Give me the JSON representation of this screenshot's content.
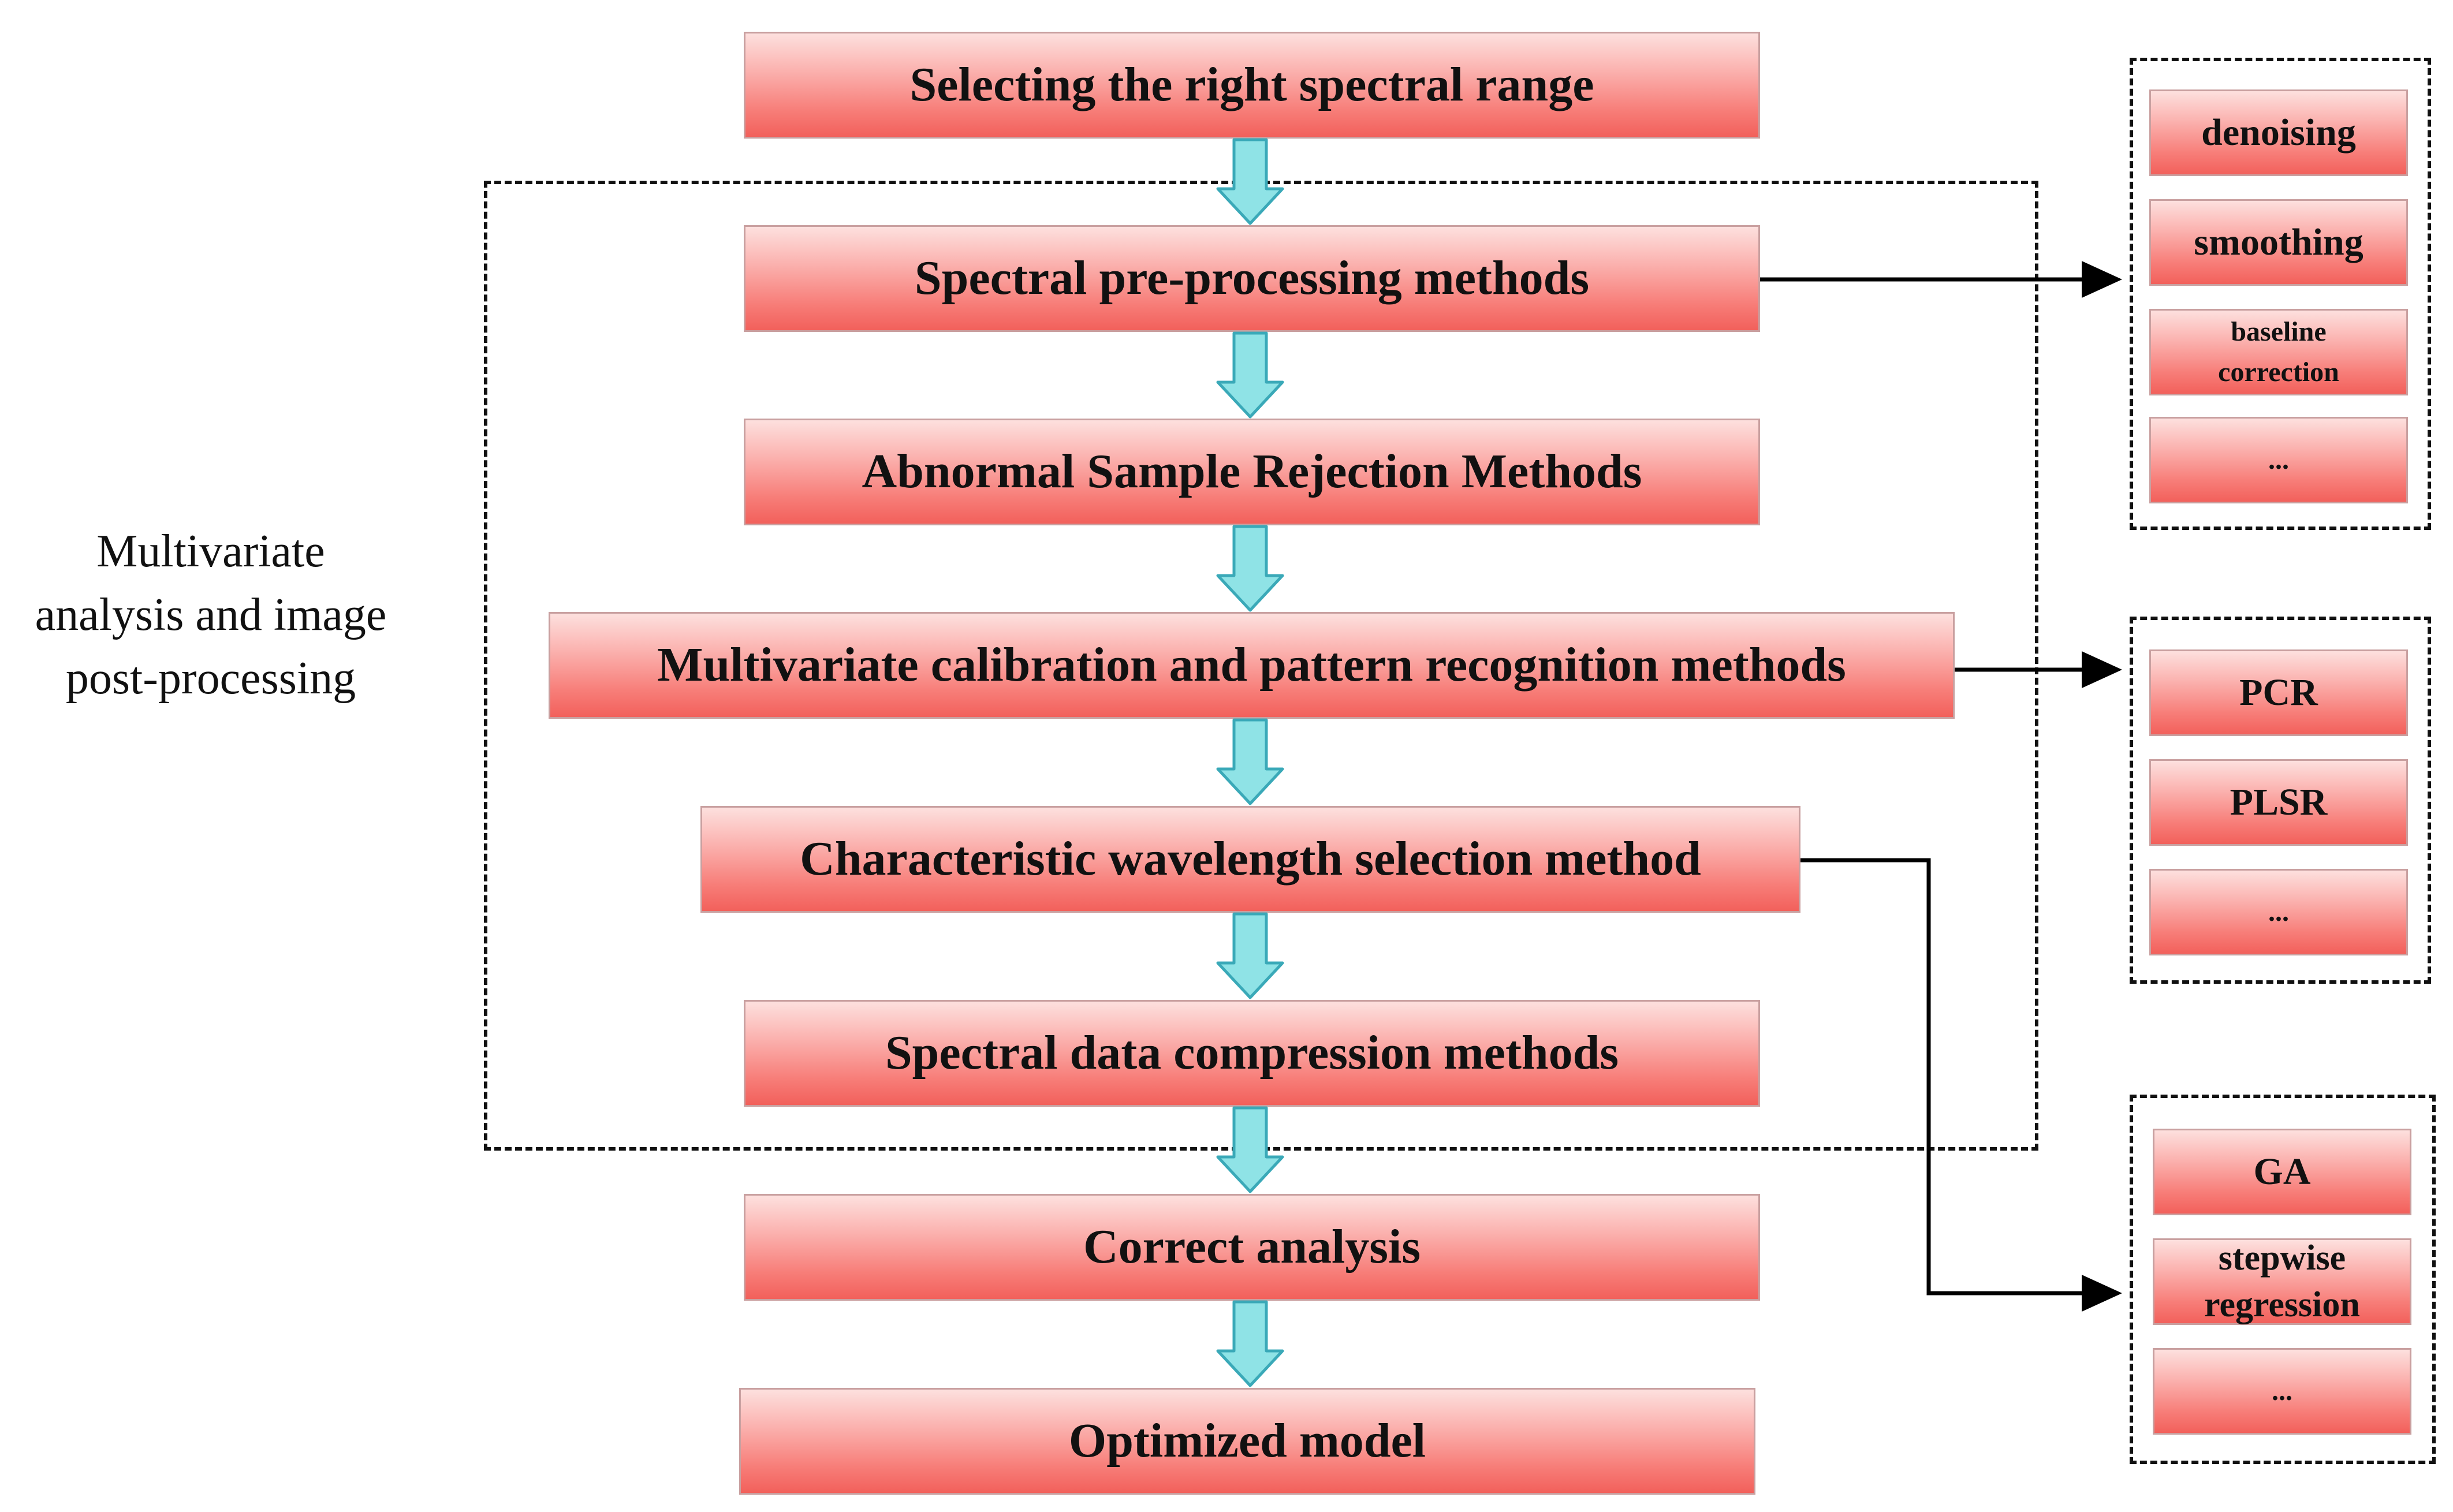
{
  "flow_steps": [
    "Selecting the right spectral range",
    "Spectral pre-processing methods",
    "Abnormal Sample Rejection Methods",
    "Multivariate calibration and pattern recognition methods",
    "Characteristic wavelength selection method",
    "Spectral data compression methods",
    "Correct analysis",
    "Optimized model"
  ],
  "side_label": "Multivariate\nanalysis and image\npost-processing",
  "preprocessing_group": [
    "denoising",
    "smoothing",
    "baseline\ncorrection",
    "..."
  ],
  "calibration_group": [
    "PCR",
    "PLSR",
    "..."
  ],
  "wavelength_group": [
    "GA",
    "stepwise\nregression",
    "..."
  ],
  "colors": {
    "box_gradient_top": "#fde0de",
    "box_gradient_bottom": "#f2605b",
    "arrow_fill": "#8fe3e6",
    "arrow_stroke": "#3aa9b8",
    "connector": "#000000"
  }
}
